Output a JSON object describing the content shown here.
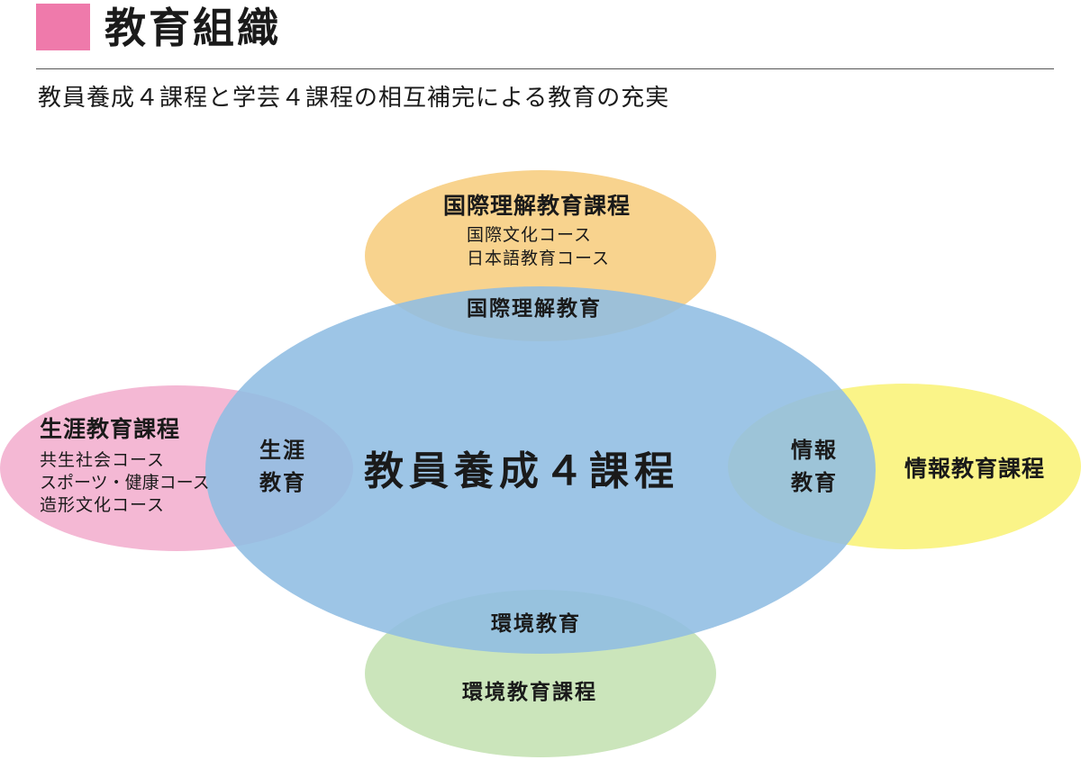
{
  "header": {
    "title": "教育組織",
    "accent_color": "#ef7aab",
    "subtitle": "教員養成４課程と学芸４課程の相互補完による教育の充実"
  },
  "diagram": {
    "center": {
      "label": "教員養成４課程",
      "color": "#8fbde3"
    },
    "international": {
      "title": "国際理解教育課程",
      "courses": [
        "国際文化コース",
        "日本語教育コース"
      ],
      "overlap": "国際理解教育",
      "color": "#f8d38e"
    },
    "lifelong": {
      "title": "生涯教育課程",
      "courses": [
        "共生社会コース",
        "スポーツ・健康コース",
        "造形文化コース"
      ],
      "overlap_line1": "生涯",
      "overlap_line2": "教育",
      "color": "#f4b8d4"
    },
    "information": {
      "title": "情報教育課程",
      "overlap_line1": "情報",
      "overlap_line2": "教育",
      "color": "#faf488"
    },
    "environment": {
      "title": "環境教育課程",
      "overlap": "環境教育",
      "color": "#cbe5bb"
    }
  }
}
